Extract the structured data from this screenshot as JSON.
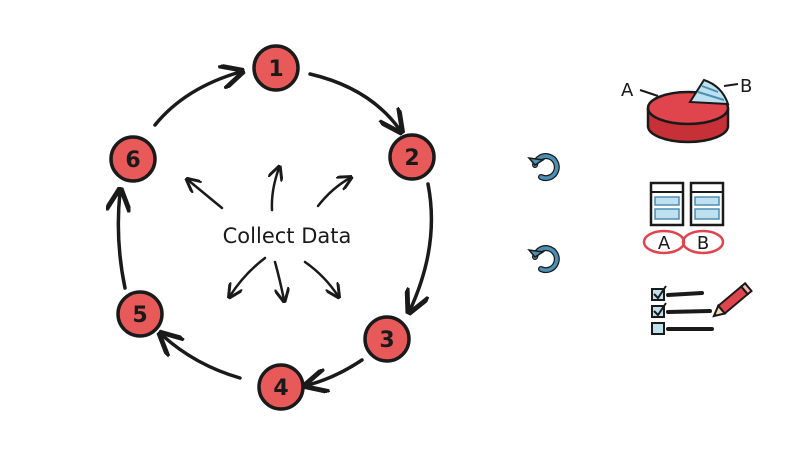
{
  "center_label": "Collect Data",
  "cycle_steps": [
    "1",
    "2",
    "3",
    "4",
    "5",
    "6"
  ],
  "pie": {
    "label_a": "A",
    "label_b": "B"
  },
  "ab_test": {
    "label_a": "A",
    "label_b": "B"
  },
  "colors": {
    "node_fill": "#e8595a",
    "ink": "#1a1a1a",
    "accent_blue": "#4a8fb5",
    "pie_red": "#e0444c",
    "light_blue": "#bfe0ef"
  },
  "icons": [
    "refresh-icon",
    "pie-chart-icon",
    "ab-test-icon",
    "checklist-icon",
    "pencil-icon"
  ]
}
